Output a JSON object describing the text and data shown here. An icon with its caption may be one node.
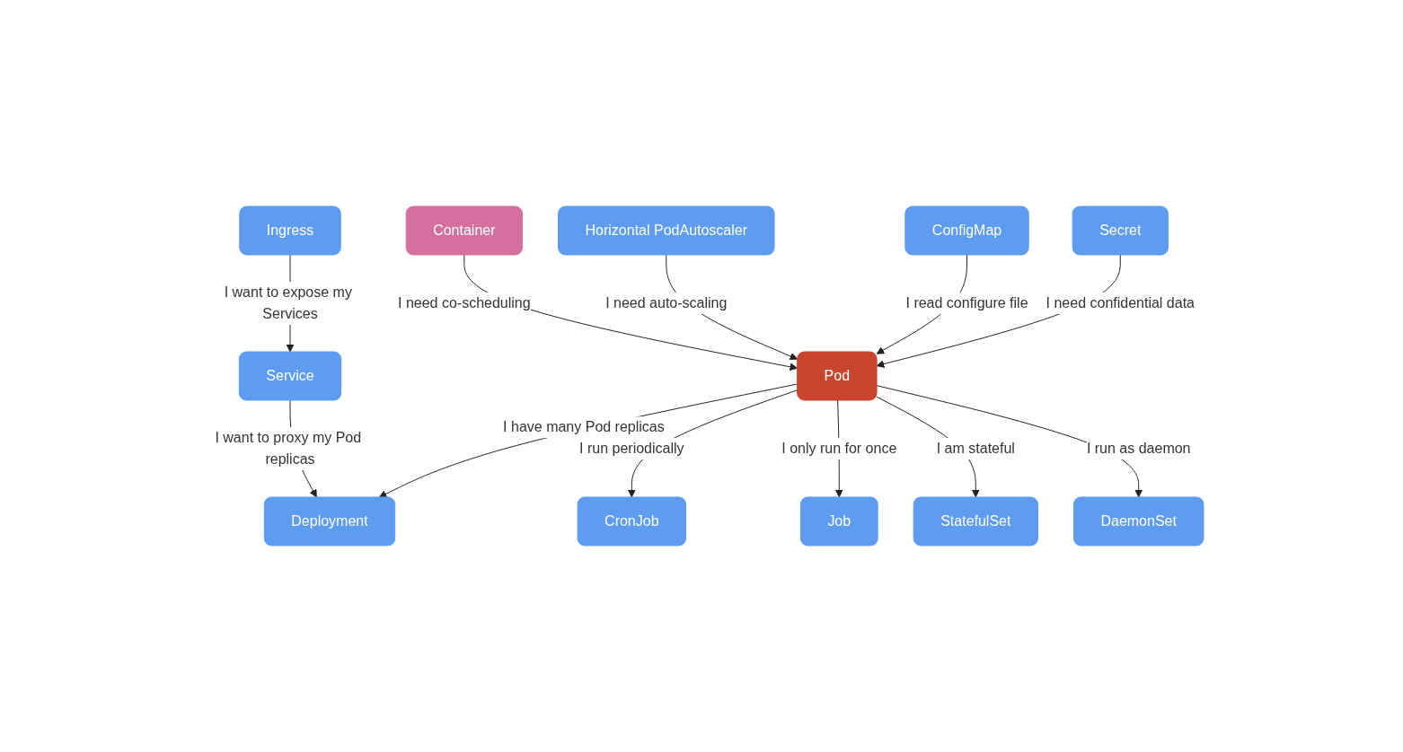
{
  "diagram": {
    "nodes": [
      {
        "text": [
          "Ingress"
        ]
      },
      {
        "text": [
          "Service"
        ]
      },
      {
        "text": [
          "Deployment"
        ]
      },
      {
        "text": [
          "Container"
        ]
      },
      {
        "text": [
          "Pod"
        ]
      },
      {
        "text": [
          "CronJob"
        ]
      },
      {
        "text": [
          "Job"
        ]
      },
      {
        "text": [
          "StatefulSet"
        ]
      },
      {
        "text": [
          "DaemonSet"
        ]
      },
      {
        "text": [
          "Horizontal PodAutoscaler"
        ]
      },
      {
        "text": [
          "ConfigMap"
        ]
      },
      {
        "text": [
          "Secret"
        ]
      }
    ],
    "edges": [
      {
        "from": 0,
        "to": 1,
        "arrow": "to",
        "label": "I want to expose my Services"
      },
      {
        "from": 1,
        "to": 2,
        "arrow": "to",
        "label": "I want to proxy my Pod replicas"
      },
      {
        "from": 4,
        "to": 2,
        "arrow": "to",
        "label": "I have many Pod replicas"
      },
      {
        "from": 3,
        "to": 4,
        "arrow": "to",
        "label": "I need co-scheduling"
      },
      {
        "from": 4,
        "to": 5,
        "arrow": "to",
        "label": "I run periodically"
      },
      {
        "from": 4,
        "to": 6,
        "arrow": "to",
        "label": "I only run for once"
      },
      {
        "from": 4,
        "to": 7,
        "arrow": "to",
        "label": "I am stateful"
      },
      {
        "from": 4,
        "to": 8,
        "arrow": "to",
        "label": "I run as daemon"
      },
      {
        "from": 9,
        "to": 4,
        "arrow": "to",
        "label": "I need auto-scaling"
      },
      {
        "from": 10,
        "to": 4,
        "arrow": "to",
        "label": "I read configure file"
      },
      {
        "from": 11,
        "to": 4,
        "arrow": "to",
        "label": "I need confidential data"
      }
    ]
  }
}
